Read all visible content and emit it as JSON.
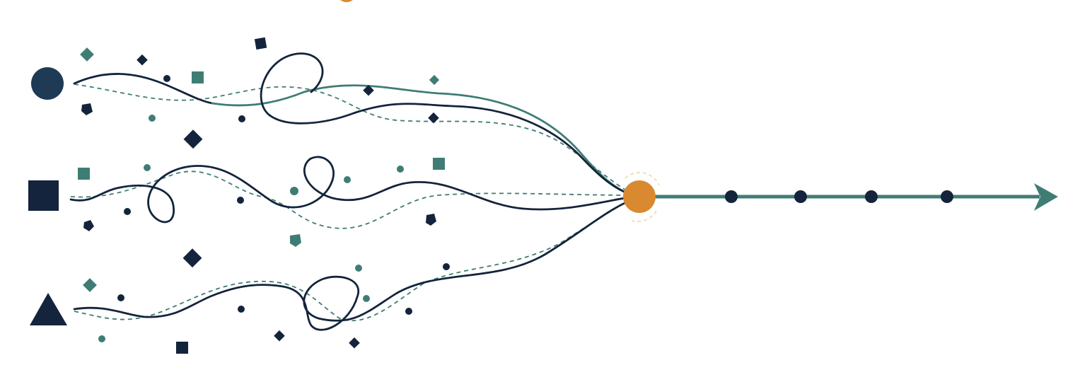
{
  "colors": {
    "navy": "#13243c",
    "teal": "#3f7d74",
    "orange": "#d9892f",
    "glow": "#f3dcbd",
    "background": "#ffffff"
  },
  "sources": [
    {
      "shape": "circle",
      "icon": "circle-source-icon"
    },
    {
      "shape": "square",
      "icon": "square-source-icon"
    },
    {
      "shape": "triangle",
      "icon": "triangle-source-icon"
    }
  ],
  "hub": {
    "shape": "circle",
    "color": "orange",
    "icon": "convergence-node-icon"
  },
  "output": {
    "milestones": 4,
    "end": "arrow-head-icon"
  }
}
